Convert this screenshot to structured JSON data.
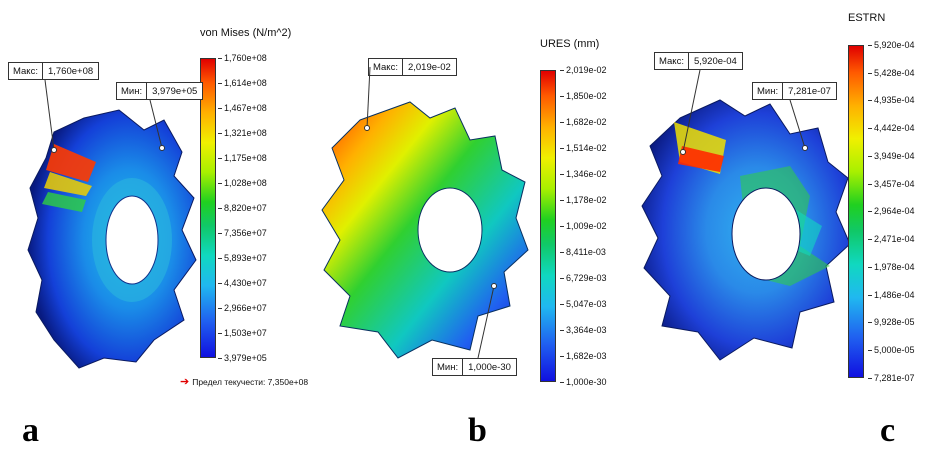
{
  "panels": [
    {
      "letter": "a",
      "title": "von Mises (N/m^2)",
      "ticks": [
        "1,760e+08",
        "1,614e+08",
        "1,467e+08",
        "1,321e+08",
        "1,175e+08",
        "1,028e+08",
        "8,820e+07",
        "7,356e+07",
        "5,893e+07",
        "4,430e+07",
        "2,966e+07",
        "1,503e+07",
        "3,979e+05"
      ],
      "max_label": "Макс:",
      "max_value": "1,760e+08",
      "min_label": "Мин:",
      "min_value": "3,979e+05",
      "yield_text": "Предел текучести: 7,350e+08"
    },
    {
      "letter": "b",
      "title": "URES (mm)",
      "ticks": [
        "2,019e-02",
        "1,850e-02",
        "1,682e-02",
        "1,514e-02",
        "1,346e-02",
        "1,178e-02",
        "1,009e-02",
        "8,411e-03",
        "6,729e-03",
        "5,047e-03",
        "3,364e-03",
        "1,682e-03",
        "1,000e-30"
      ],
      "max_label": "Макс:",
      "max_value": "2,019e-02",
      "min_label": "Мин:",
      "min_value": "1,000e-30"
    },
    {
      "letter": "c",
      "title": "ESTRN",
      "ticks": [
        "5,920e-04",
        "5,428e-04",
        "4,935e-04",
        "4,442e-04",
        "3,949e-04",
        "3,457e-04",
        "2,964e-04",
        "2,471e-04",
        "1,978e-04",
        "1,486e-04",
        "9,928e-05",
        "5,000e-05",
        "7,281e-07"
      ],
      "max_label": "Макс:",
      "max_value": "5,920e-04",
      "min_label": "Мин:",
      "min_value": "7,281e-07"
    }
  ],
  "colors": {
    "scale": [
      "#e00000",
      "#ff5a00",
      "#ffb000",
      "#f0f000",
      "#a8f000",
      "#20d020",
      "#10c868",
      "#10d8c0",
      "#20b8f0",
      "#2060f0",
      "#1010e0"
    ],
    "gear_base": "#2a6ad8",
    "callout_line": "#333333",
    "yield_arrow": "#e00000"
  }
}
